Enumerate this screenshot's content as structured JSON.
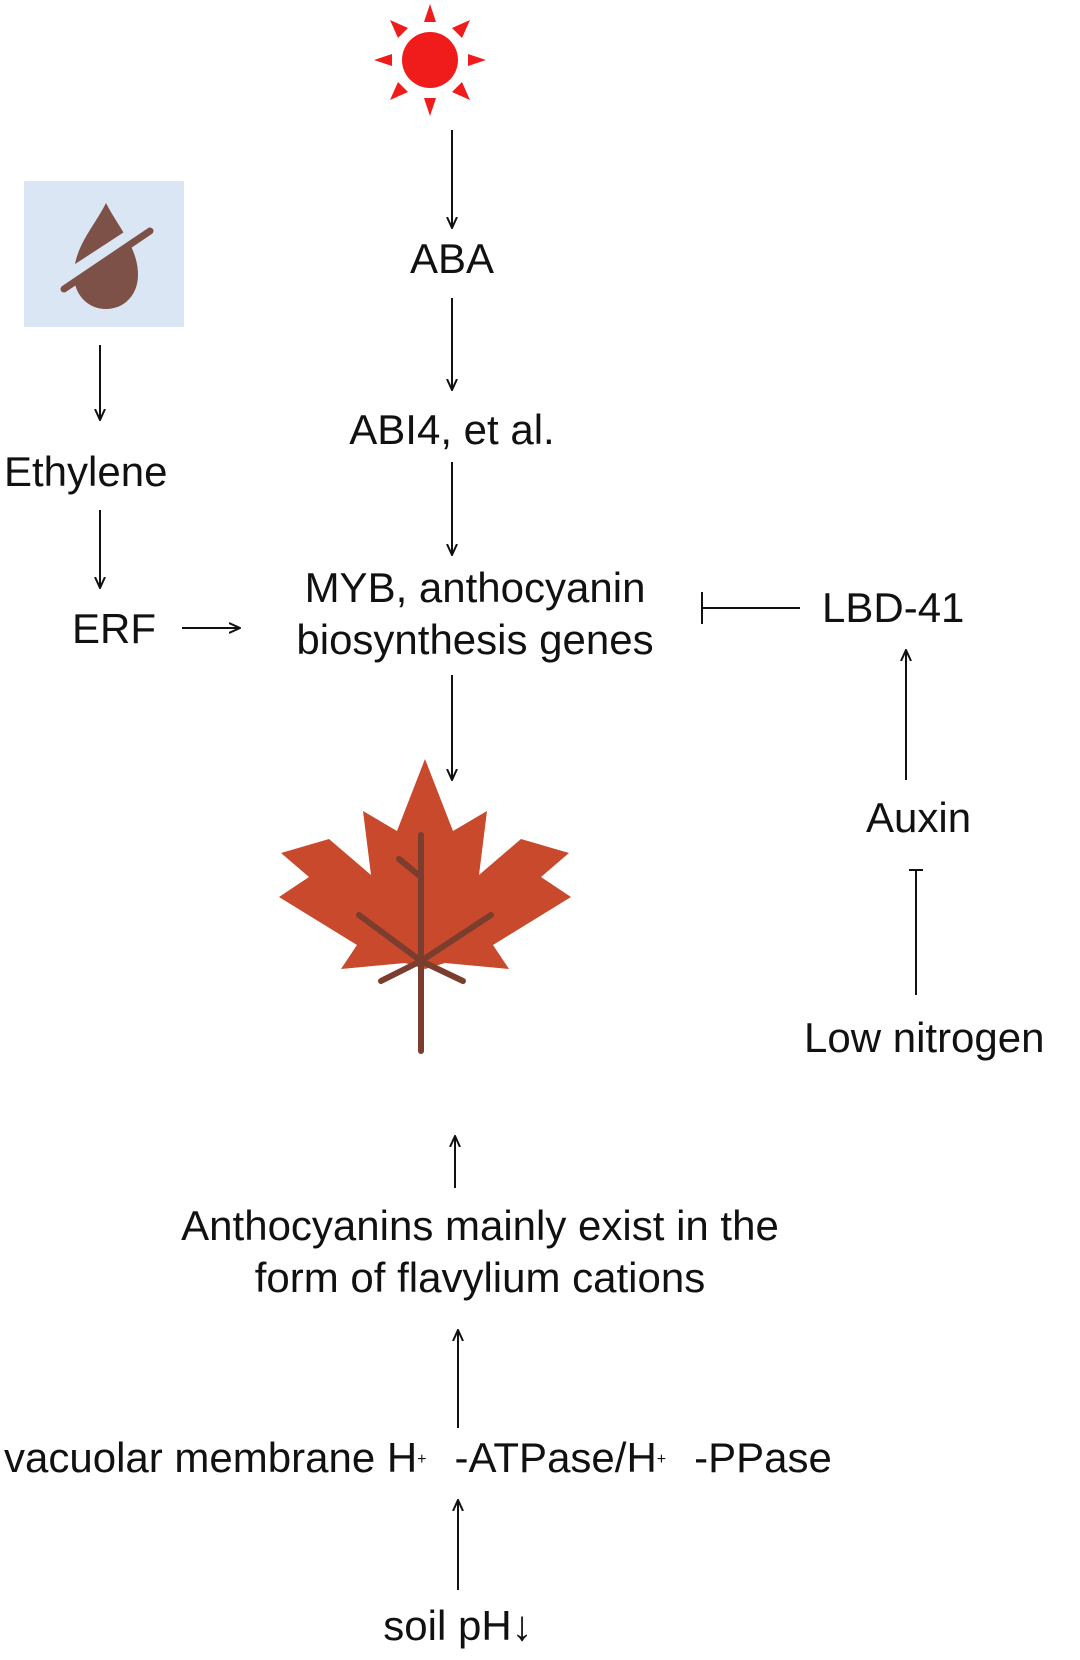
{
  "icons": {
    "sun": {
      "name": "sun-icon",
      "color": "#f01b1b"
    },
    "drought": {
      "name": "no-water-drop-icon",
      "color": "#7d5147",
      "background": "#dbe6f4"
    },
    "leaf": {
      "name": "maple-leaf-icon",
      "color": "#c8492b",
      "vein_color": "#7b3d2d"
    }
  },
  "nodes": {
    "aba": "ABA",
    "abi4": "ABI4, et al.",
    "ethylene": "Ethylene",
    "erf": "ERF",
    "myb_line1": "MYB, anthocyanin",
    "myb_line2": "biosynthesis genes",
    "lbd41": "LBD-41",
    "auxin": "Auxin",
    "low_nitrogen": "Low nitrogen",
    "anthocyanins_line1": "Anthocyanins mainly exist in the",
    "anthocyanins_line2": "form of flavylium cations",
    "vacuolar_part1": "vacuolar membrane H",
    "vacuolar_sup1": "+",
    "vacuolar_part2": "-ATPase/H",
    "vacuolar_sup2": "+",
    "vacuolar_part3": "-PPase",
    "soil_ph": "soil pH↓"
  },
  "links": [
    {
      "from": "sun",
      "to": "aba",
      "type": "activate"
    },
    {
      "from": "aba",
      "to": "abi4",
      "type": "activate"
    },
    {
      "from": "abi4",
      "to": "myb",
      "type": "activate"
    },
    {
      "from": "drought",
      "to": "ethylene",
      "type": "activate"
    },
    {
      "from": "ethylene",
      "to": "erf",
      "type": "activate"
    },
    {
      "from": "erf",
      "to": "myb",
      "type": "activate"
    },
    {
      "from": "lbd41",
      "to": "myb",
      "type": "inhibit"
    },
    {
      "from": "auxin",
      "to": "lbd41",
      "type": "activate"
    },
    {
      "from": "low_nitrogen",
      "to": "auxin",
      "type": "inhibit"
    },
    {
      "from": "myb",
      "to": "leaf",
      "type": "activate"
    },
    {
      "from": "anthocyanins",
      "to": "leaf",
      "type": "activate"
    },
    {
      "from": "vacuolar",
      "to": "anthocyanins",
      "type": "activate"
    },
    {
      "from": "soil_ph",
      "to": "vacuolar",
      "type": "activate"
    }
  ]
}
